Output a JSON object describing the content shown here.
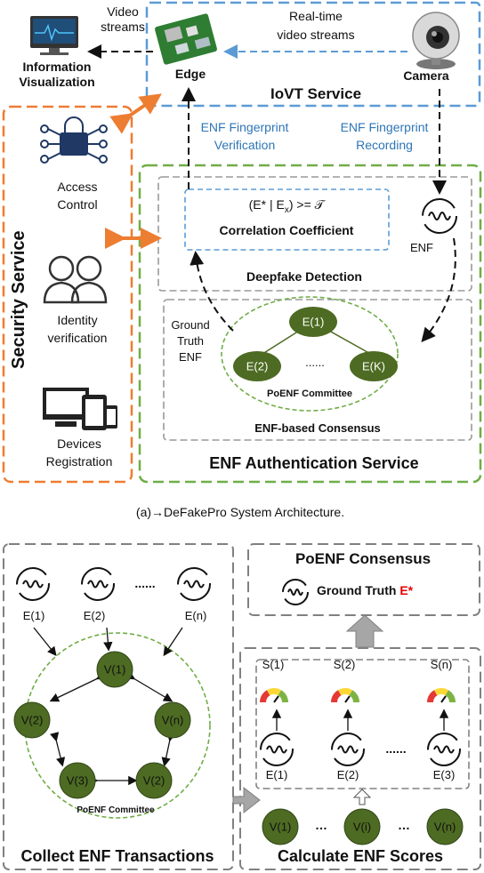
{
  "colors": {
    "blue": "#5b9bd5",
    "green": "#70ad47",
    "orange": "#ed7d31",
    "node": "#4d6b22",
    "red": "#e60000",
    "gray": "#808080"
  },
  "top": {
    "video_streams": [
      "Video",
      "streams"
    ],
    "info_vis": [
      "Information",
      "Visualization"
    ],
    "edge": "Edge",
    "realtime": [
      "Real-time",
      "video streams"
    ],
    "camera": "Camera",
    "iovt": "IoVT Service",
    "verification": [
      "ENF Fingerprint",
      "Verification"
    ],
    "recording": [
      "ENF Fingerprint",
      "Recording"
    ],
    "security": "Security Service",
    "access": [
      "Access",
      "Control"
    ],
    "identity": [
      "Identity",
      "verification"
    ],
    "devices": [
      "Devices",
      "Registration"
    ],
    "formula": "(E* | E",
    "formula_sub": "x",
    "formula_end": ") >= 𝒯",
    "corr": "Correlation Coefficient",
    "enf": "ENF",
    "deepfake": "Deepfake Detection",
    "ground": [
      "Ground",
      "Truth",
      "ENF"
    ],
    "committee_nodes": [
      "E(1)",
      "E(2)",
      "......",
      "E(K)"
    ],
    "poenf_committee": "PoENF Committee",
    "enf_consensus": "ENF-based Consensus",
    "auth_service": "ENF Authentication Service"
  },
  "caption": "(a)→DeFakePro System Architecture.",
  "bottom": {
    "enf_labels": [
      "E(1)",
      "E(2)",
      "......",
      "E(n)"
    ],
    "ring_nodes": [
      "V(1)",
      "V(2)",
      "V(n)",
      "V(3)",
      "V(2)"
    ],
    "poenf_committee": "PoENF Committee",
    "collect": "Collect ENF Transactions",
    "poenf_consensus": "PoENF Consensus",
    "ground_truth": "Ground Truth",
    "e_star": "E*",
    "scores": [
      "S(1)",
      "S(2)",
      "S(n)"
    ],
    "score_enf": [
      "E(1)",
      "E(2)",
      "......",
      "E(3)"
    ],
    "v_nodes": [
      "V(1)",
      "…",
      "V(i)",
      "…",
      "V(n)"
    ],
    "calculate": "Calculate ENF Scores"
  }
}
